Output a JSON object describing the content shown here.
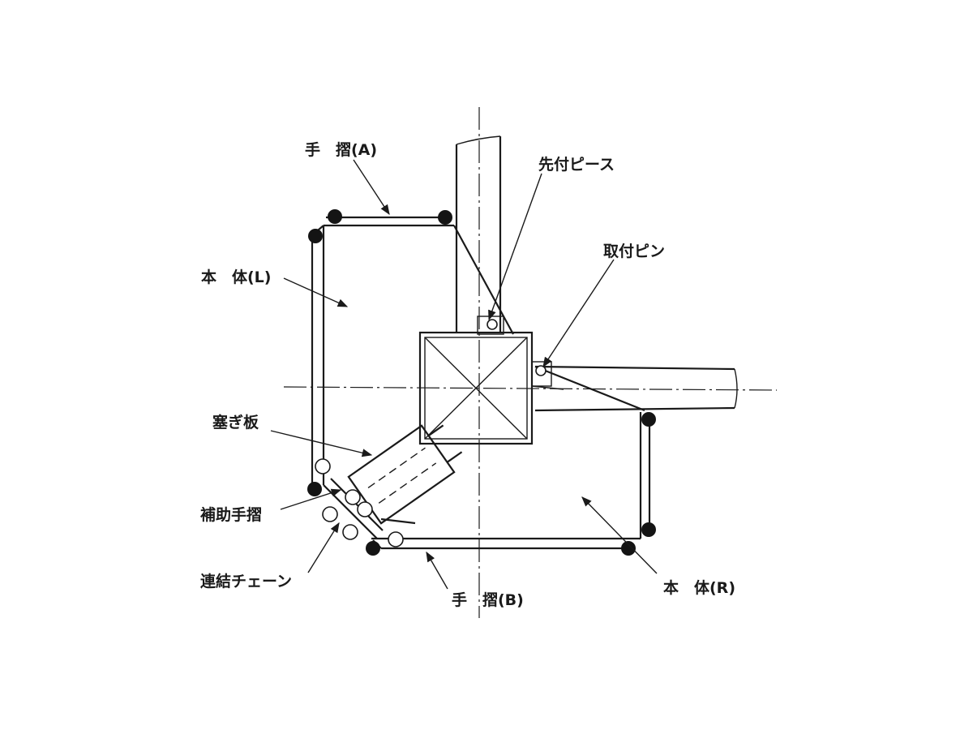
{
  "labels": {
    "handrail_a": "手　摺(A)",
    "tip_piece": "先付ピース",
    "mount_pin": "取付ピン",
    "body_l": "本　体(L)",
    "closing_plate": "塞ぎ板",
    "aux_handrail": "補助手摺",
    "chain": "連結チェーン",
    "handrail_b": "手　摺(B)",
    "body_r": "本　体(R)"
  },
  "colors": {
    "line": "#1a1a1a",
    "background": "#ffffff"
  }
}
